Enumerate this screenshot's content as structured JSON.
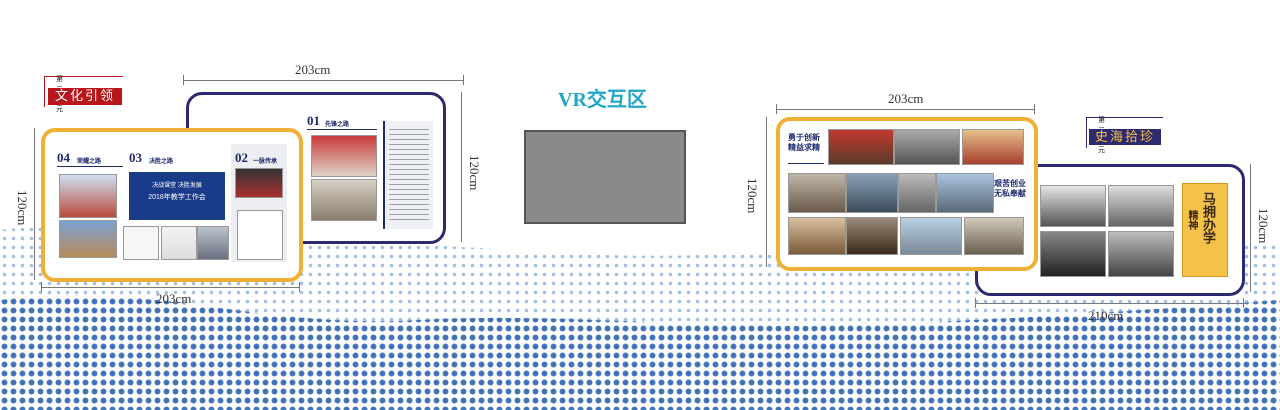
{
  "left_group": {
    "unit_small": "第三单元",
    "unit_title": "文化引领",
    "dim_top": "203cm",
    "dim_bottom": "203cm",
    "dim_left": "120cm",
    "dim_right": "120cm",
    "front_sections": [
      {
        "num": "04",
        "name": "荣耀之路"
      },
      {
        "num": "03",
        "name": "决胜之路"
      },
      {
        "num": "02",
        "name": "一脉传承"
      }
    ],
    "back_section": {
      "num": "01",
      "name": "先锋之路"
    },
    "banner_line1": "决战课堂 决胜发展",
    "banner_line2": "2018年教学工作会"
  },
  "vr": {
    "title": "VR交互区"
  },
  "right_group": {
    "unit_small": "第三单元",
    "unit_title": "史海拾珍",
    "dim_top": "203cm",
    "dim_bottom": "210cm",
    "dim_left": "120cm",
    "dim_right": "120cm",
    "slogans": [
      "勇于创新 精益求精",
      "艰苦创业 无私奉献"
    ],
    "calligraphy_main": "马拥办学",
    "calligraphy_side": "精神"
  },
  "colors": {
    "navy": "#2e2a6e",
    "gold": "#f0b035",
    "red_tag": "#b8161b",
    "vr_title": "#1fa6c8",
    "dot": "#2a62b0"
  }
}
